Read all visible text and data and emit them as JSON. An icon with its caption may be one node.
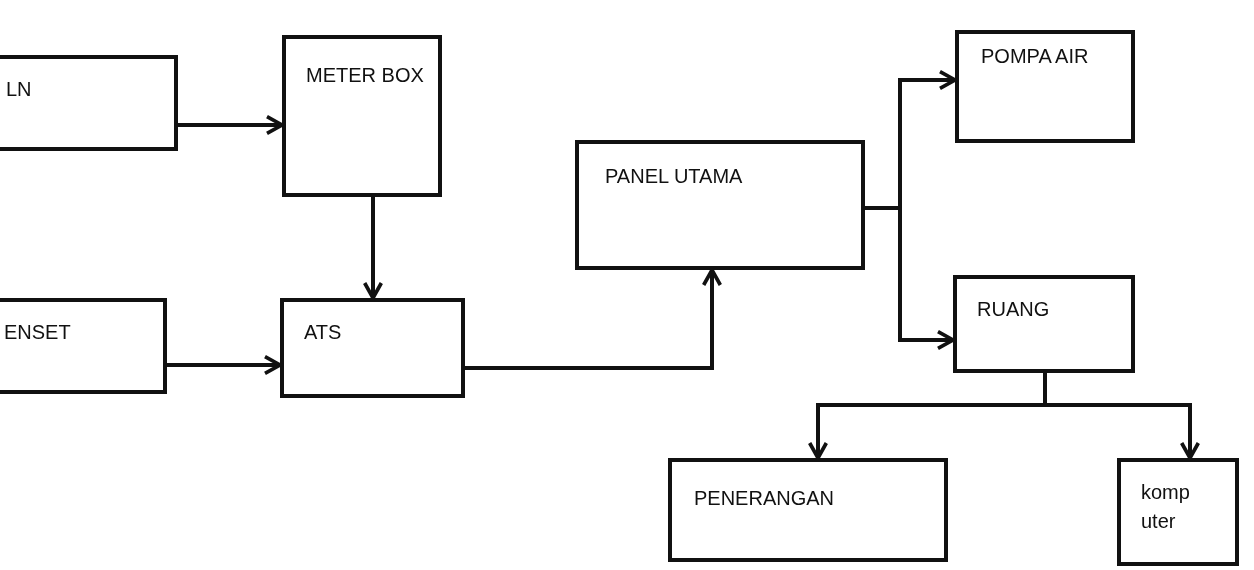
{
  "diagram": {
    "nodes": [
      {
        "text": [
          "LN"
        ]
      },
      {
        "text": [
          "METER BOX"
        ]
      },
      {
        "text": [
          "ENSET"
        ]
      },
      {
        "text": [
          "ATS"
        ]
      },
      {
        "text": [
          "PANEL UTAMA"
        ]
      },
      {
        "text": [
          "POMPA AIR"
        ]
      },
      {
        "text": [
          "RUANG"
        ]
      },
      {
        "text": [
          "PENERANGAN"
        ]
      },
      {
        "text": [
          "komp uter"
        ]
      }
    ],
    "edges": [
      {
        "from": 0,
        "to": 1,
        "arrow": "to"
      },
      {
        "from": 1,
        "to": 3,
        "arrow": "to"
      },
      {
        "from": 2,
        "to": 3,
        "arrow": "to"
      },
      {
        "from": 3,
        "to": 4,
        "arrow": "to"
      },
      {
        "from": 4,
        "to": 5,
        "arrow": "to"
      },
      {
        "from": 4,
        "to": 6,
        "arrow": "to"
      },
      {
        "from": 6,
        "to": 7,
        "arrow": "to"
      },
      {
        "from": 6,
        "to": 8,
        "arrow": "to"
      }
    ]
  }
}
